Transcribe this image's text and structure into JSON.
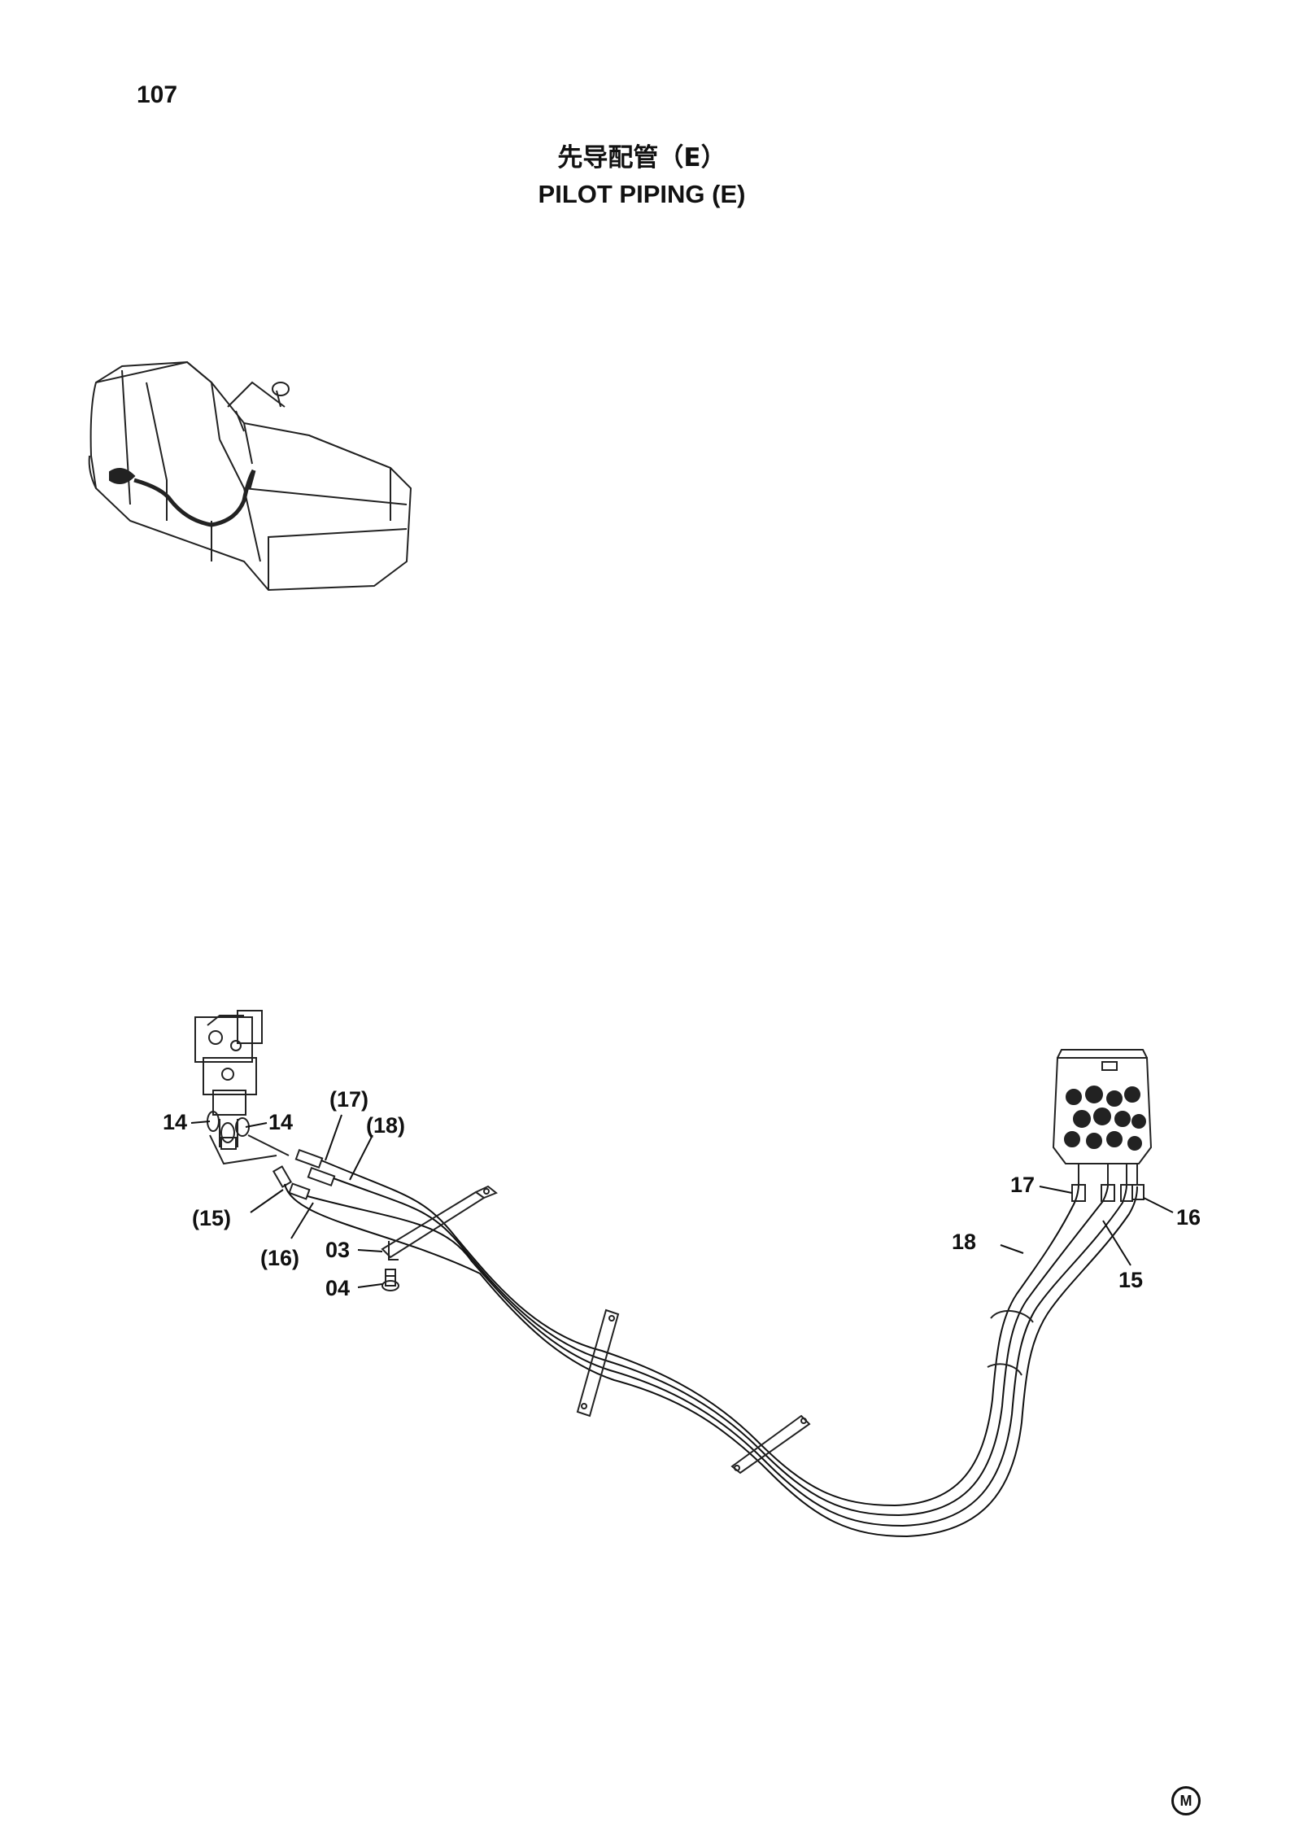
{
  "page": {
    "number": "107"
  },
  "title": {
    "chinese": "先导配管（E）",
    "english": "PILOT PIPING (E)"
  },
  "callouts": {
    "p14_left": "14",
    "p14_right": "14",
    "p17_paren": "(17)",
    "p18_paren": "(18)",
    "p15_paren": "(15)",
    "p16_paren": "(16)",
    "p03": "03",
    "p04": "04",
    "p17": "17",
    "p18": "18",
    "p16": "16",
    "p15": "15"
  },
  "corner_mark": "M",
  "icons": [
    "excavator-overview-icon",
    "pilot-valve-icon",
    "control-valve-icon",
    "clamp-icon",
    "bolt-icon"
  ]
}
